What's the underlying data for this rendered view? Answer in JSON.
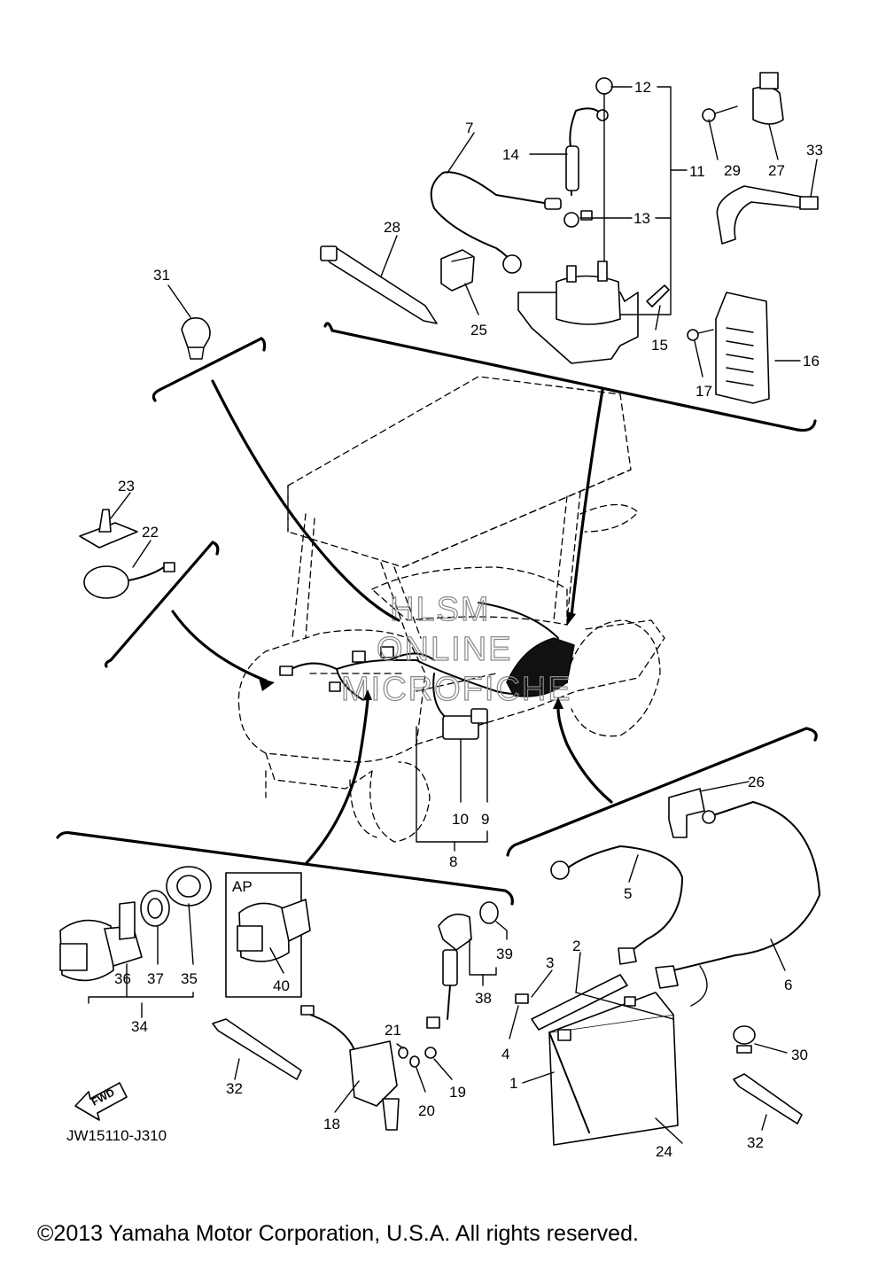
{
  "callouts": [
    "1",
    "2",
    "3",
    "4",
    "5",
    "6",
    "7",
    "8",
    "9",
    "10",
    "11",
    "12",
    "13",
    "14",
    "15",
    "16",
    "17",
    "18",
    "19",
    "20",
    "21",
    "22",
    "23",
    "24",
    "25",
    "26",
    "27",
    "28",
    "29",
    "30",
    "31",
    "32",
    "32",
    "33",
    "34",
    "35",
    "36",
    "37",
    "38",
    "39",
    "40"
  ],
  "ap_label": "AP",
  "fwd_label": "FWD",
  "watermark": [
    "HLSM",
    "ONLINE",
    "MICROFICHE"
  ],
  "diagram_code": "JW15110-J310",
  "copyright": "©2013 Yamaha Motor Corporation, U.S.A. All rights reserved."
}
